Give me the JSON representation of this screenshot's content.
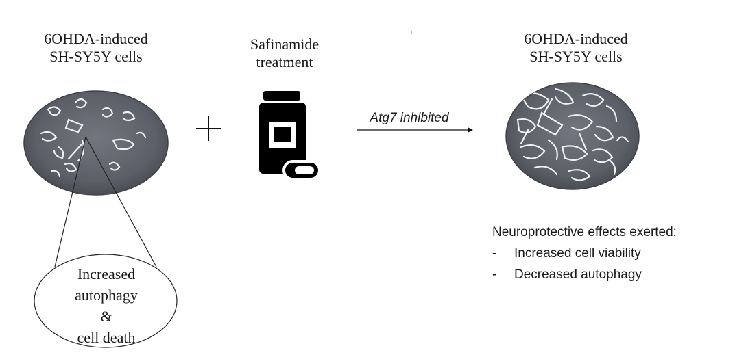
{
  "left_panel": {
    "title_line1": "6OHDA-induced",
    "title_line2": "SH-SY5Y cells"
  },
  "treatment": {
    "title_line1": "Safinamide",
    "title_line2": "treatment",
    "icon": "medicine-bottle-with-pill-icon"
  },
  "plus_symbol": "+",
  "arrow": {
    "label": "Atg7 inhibited"
  },
  "right_panel": {
    "title_line1": "6OHDA-induced",
    "title_line2": "SH-SY5Y cells"
  },
  "callout": {
    "line1": "Increased",
    "line2": "autophagy",
    "line3": "&",
    "line4": "cell death"
  },
  "effects": {
    "heading": "Neuroprotective effects exerted:",
    "items": [
      {
        "bullet": "-",
        "text": "Increased cell viability"
      },
      {
        "bullet": "-",
        "text": "Decreased autophagy"
      }
    ]
  },
  "colors": {
    "micrograph_bg": "#5b6068",
    "micrograph_edge": "#3d4147",
    "cell_highlight": "#e9ecef",
    "icon_black": "#000000"
  }
}
